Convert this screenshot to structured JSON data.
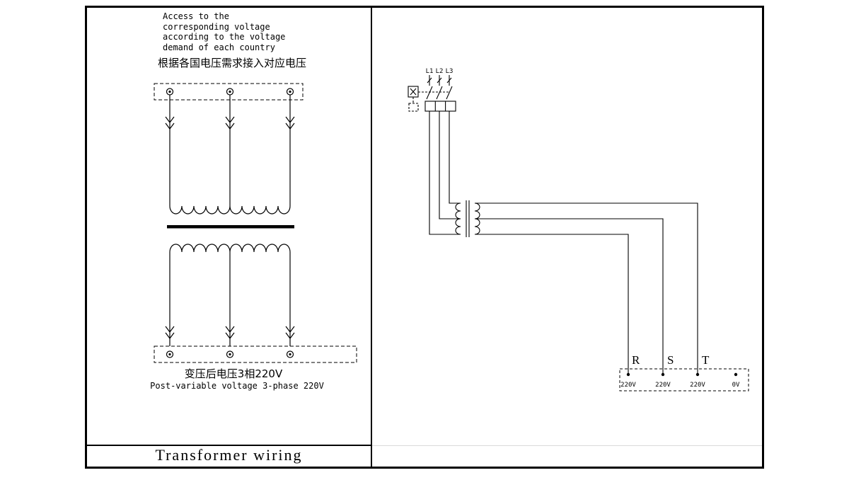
{
  "title_block": {
    "title": "Transformer wiring"
  },
  "left": {
    "note_en": [
      "Access to the",
      "corresponding voltage",
      "according to the voltage",
      "demand of each country"
    ],
    "note_zh": "根据各国电压需求接入对应电压",
    "caption_zh": "变压后电压3相220V",
    "caption_en": "Post-variable voltage 3-phase 220V"
  },
  "right": {
    "input_phases": [
      "L1",
      "L2",
      "L3"
    ],
    "output_phases": [
      "R",
      "S",
      "T"
    ],
    "terminals": [
      "220V",
      "220V",
      "220V",
      "0V"
    ]
  },
  "colors": {
    "line": "#000000",
    "faint_line": "#d9d9d9",
    "background": "#ffffff"
  }
}
